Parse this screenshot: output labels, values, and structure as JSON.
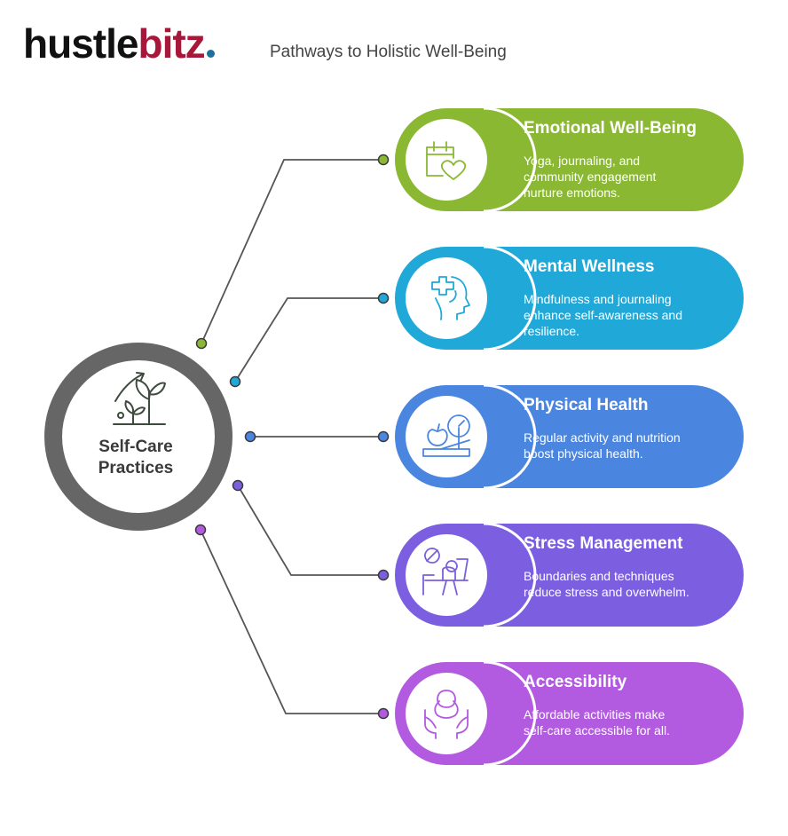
{
  "brand": {
    "part1": "hustle",
    "part2": "bitz",
    "dot_color": "#1f6f9e",
    "part2_color": "#a8173a"
  },
  "subtitle": "Pathways to Holistic Well-Being",
  "center": {
    "line1": "Self-Care",
    "line2": "Practices",
    "ring_color": "#666666",
    "icon": "growth-plant-icon"
  },
  "items": [
    {
      "title": "Emotional Well-Being",
      "desc": [
        "Yoga, journaling, and",
        "community engagement",
        "nurture emotions."
      ],
      "color": "#8ab833",
      "icon": "calendar-heart-icon"
    },
    {
      "title": "Mental Wellness",
      "desc": [
        "Mindfulness and journaling",
        "enhance self-awareness and",
        "resilience."
      ],
      "color": "#1fa8d8",
      "icon": "head-health-icon"
    },
    {
      "title": "Physical Health",
      "desc": [
        "Regular activity and nutrition",
        "boost physical health."
      ],
      "color": "#4a86e0",
      "icon": "scale-apple-icon"
    },
    {
      "title": "Stress Management",
      "desc": [
        "Boundaries and techniques",
        "reduce stress and overwhelm."
      ],
      "color": "#7b5fe0",
      "icon": "no-work-desk-icon"
    },
    {
      "title": "Accessibility",
      "desc": [
        "Affordable activities make",
        "self-care accessible for all."
      ],
      "color": "#b25ae0",
      "icon": "open-hands-person-icon"
    }
  ]
}
